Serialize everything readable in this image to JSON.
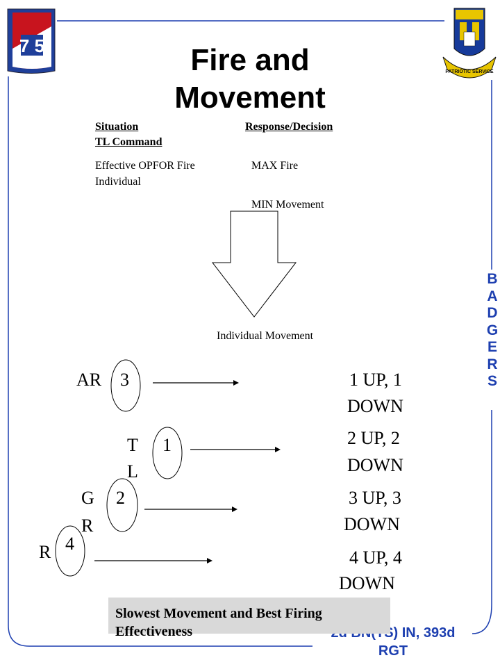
{
  "slide": {
    "title_line1": "Fire and",
    "title_line2": "Movement",
    "badge_75": "7 5",
    "crest_motto": "PATRIOTIC SERVICE"
  },
  "table": {
    "situation_header": "Situation",
    "response_header": "Response/Decision",
    "tl_command_header": "TL Command",
    "situation_value": "Effective OPFOR Fire",
    "situation_value2": "Individual",
    "response_value1": "MAX Fire",
    "response_value2": "MIN Movement",
    "arrow_caption": "Individual Movement"
  },
  "rows": [
    {
      "role": "AR",
      "number": "3",
      "result_line1": "1 UP, 1",
      "result_line2": "DOWN"
    },
    {
      "role_line1": "T",
      "role_line2": "L",
      "number": "1",
      "result_line1": "2 UP, 2",
      "result_line2": "DOWN"
    },
    {
      "role_line1": "G",
      "role_line2": "R",
      "number": "2",
      "result_line1": "3 UP, 3",
      "result_line2": "DOWN"
    },
    {
      "role": "R",
      "number": "4",
      "result_line1": "4 UP, 4",
      "result_line2": "DOWN"
    }
  ],
  "sidebar": {
    "letters": [
      "B",
      "A",
      "D",
      "G",
      "E",
      "R",
      "S"
    ]
  },
  "footer": {
    "callout_line1": "Slowest Movement and Best Firing",
    "callout_line2": "Effectiveness",
    "unit_line1": "2d BN(TS) IN, 393d",
    "unit_line2": "RGT"
  },
  "colors": {
    "frame": "#1d3fb0",
    "badge_red": "#c8141e",
    "badge_blue": "#1f3f9a",
    "crest_gold": "#e8c500",
    "crest_blue": "#163a9a",
    "callout_bg": "#d9d9d9"
  }
}
